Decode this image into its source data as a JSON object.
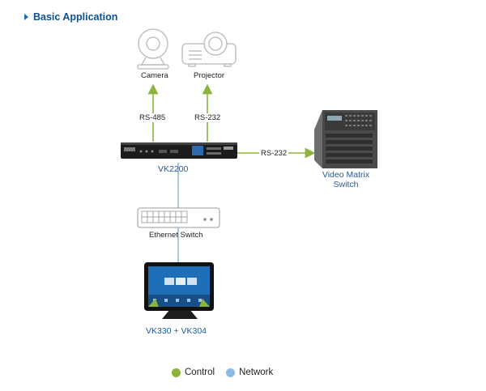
{
  "title": "Basic Application",
  "nodes": {
    "camera": "Camera",
    "projector": "Projector",
    "vk2200": "VK2200",
    "video_matrix_line1": "Video Matrix",
    "video_matrix_line2": "Switch",
    "ethernet_switch": "Ethernet Switch",
    "touch_panel": "VK330 + VK304"
  },
  "links": {
    "camera": "RS-485",
    "projector": "RS-232",
    "matrix": "RS-232"
  },
  "legend": {
    "control": "Control",
    "network": "Network"
  },
  "colors": {
    "control": "#8ab43d",
    "network": "#8cbde0",
    "title": "#0d4f93",
    "device_label": "#1d5b9c"
  }
}
